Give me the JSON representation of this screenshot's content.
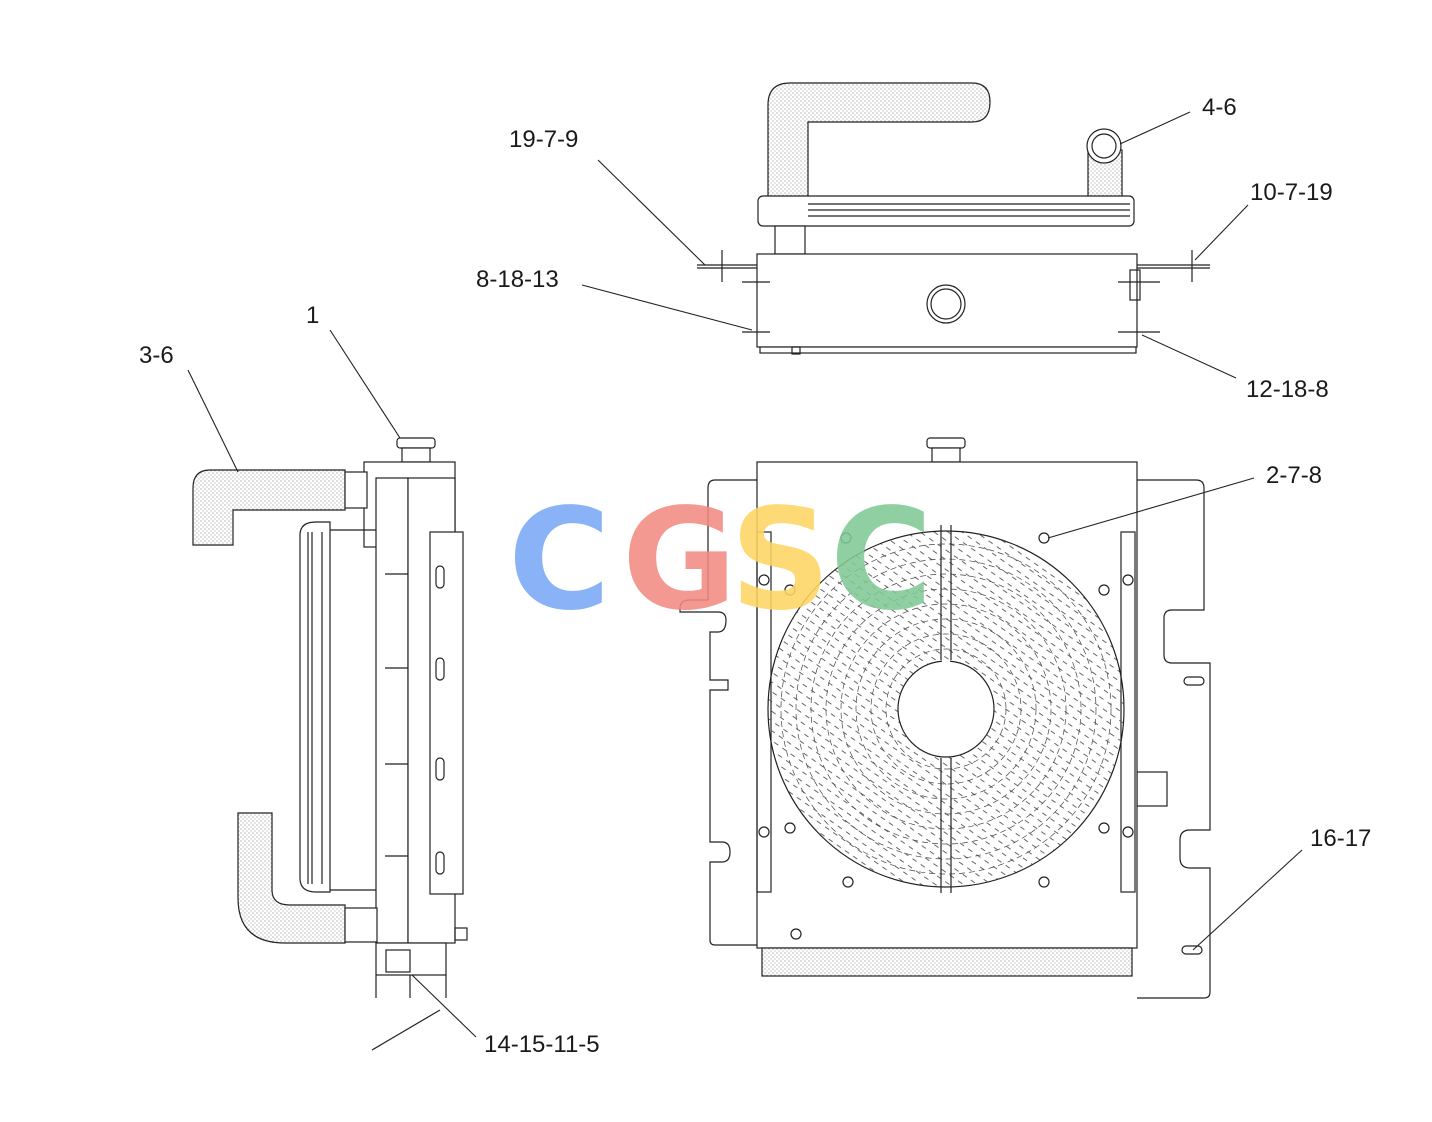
{
  "diagram": {
    "callouts": {
      "c1": "19-7-9",
      "c2": "4-6",
      "c3": "10-7-19",
      "c4": "8-18-13",
      "c5": "12-18-8",
      "c6": "1",
      "c7": "3-6",
      "c8": "2-7-8",
      "c9": "16-17",
      "c10": "14-15-11-5"
    }
  },
  "watermark": {
    "letters": [
      "C",
      "G",
      "S",
      "C"
    ],
    "colors": [
      "#7aa8f5",
      "#f28b82",
      "#fdd663",
      "#81c995"
    ]
  }
}
